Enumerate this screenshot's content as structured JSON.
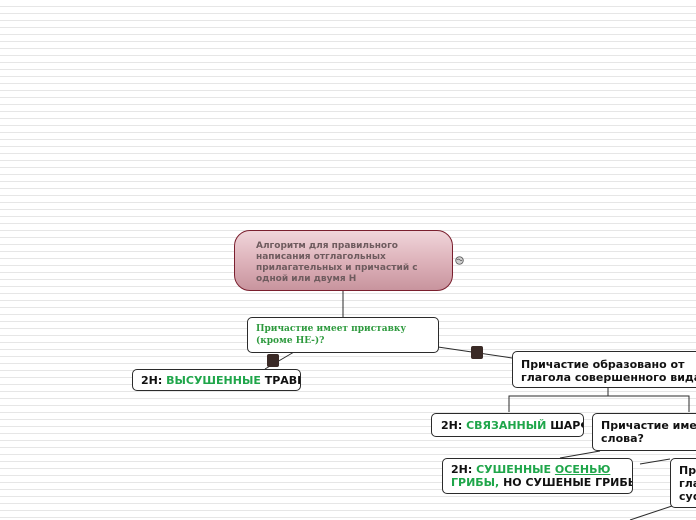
{
  "root": {
    "text": "Алгоритм для правильного написания отглагольных прилагательных и причастий с одной или двумя Н"
  },
  "q1": {
    "text": "Причастие имеет приставку (кроме НЕ-)?"
  },
  "a1": {
    "prefix": "2Н: ",
    "green": "ВЫСУШЕННЫЕ",
    "rest": " ТРАВЫ"
  },
  "q2": {
    "line1": "Причастие образовано от",
    "line2": "глагола совершенного вида?"
  },
  "a2": {
    "prefix": "2Н: ",
    "green": "СВЯЗАННЫЙ",
    "rest": " ШАРФ"
  },
  "q3": {
    "line1": "Причастие имеет",
    "line2": "слова?"
  },
  "a3": {
    "prefix": "2Н: ",
    "green1": "СУШЕННЫЕ",
    "green_underlined": "ОСЕНЬЮ",
    "green2": "ГРИБЫ,",
    "rest": " НО СУШЕНЫЕ ГРИБЫ"
  },
  "q4": {
    "line1": "При",
    "line2": "гла",
    "line3": "суф"
  },
  "colors": {
    "root_border": "#7a1f2e",
    "answer_green": "#1fa64a",
    "question_green": "#2e9a3e",
    "collapse": "#3a2a26"
  },
  "icons": {
    "globe": "globe-icon"
  }
}
